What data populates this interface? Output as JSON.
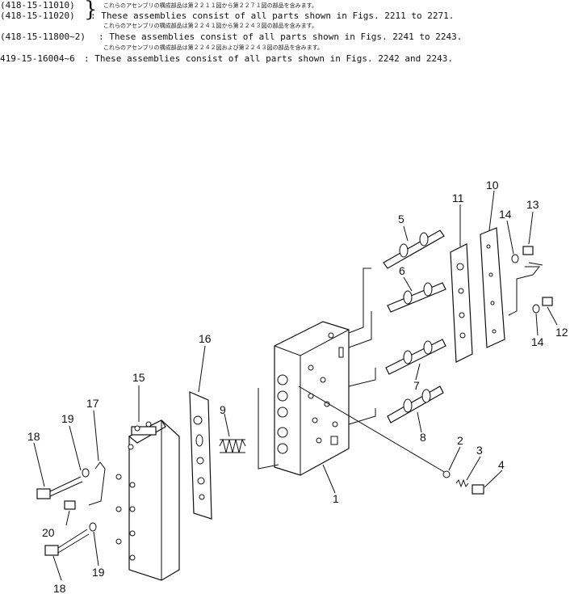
{
  "header": {
    "rows": [
      {
        "codes": "(418-15-11010)",
        "jp": "",
        "text": ""
      },
      {
        "codes": "(418-15-11020)",
        "jp": "これらのアセンブリの構成部品は第２２１１図から第２２７１図の部品を含みます。",
        "text": ": These assemblies consist of all parts shown in Figs. 2211 to 2271."
      },
      {
        "codes": "(418-15-11800~2)",
        "jp": "これらのアセンブリの構成部品は第２２４１図から第２２４３図の部品を含みます。",
        "text": ": These assemblies consist of all parts shown in Figs. 2241 to 2243."
      },
      {
        "codes": "419-15-16004~6",
        "jp": "これらのアセンブリの構成部品は第２２４２図および第２２４３図の部品を含みます。",
        "text": " :  These assemblies consist of all parts shown in Figs. 2242 and 2243."
      }
    ],
    "brace_symbol": "}"
  },
  "callouts": [
    {
      "id": "c1",
      "label": "1"
    },
    {
      "id": "c2",
      "label": "2"
    },
    {
      "id": "c3",
      "label": "3"
    },
    {
      "id": "c4",
      "label": "4"
    },
    {
      "id": "c5",
      "label": "5"
    },
    {
      "id": "c6",
      "label": "6"
    },
    {
      "id": "c7",
      "label": "7"
    },
    {
      "id": "c8",
      "label": "8"
    },
    {
      "id": "c9",
      "label": "9"
    },
    {
      "id": "c10",
      "label": "10"
    },
    {
      "id": "c11",
      "label": "11"
    },
    {
      "id": "c12",
      "label": "12"
    },
    {
      "id": "c13",
      "label": "13"
    },
    {
      "id": "c14a",
      "label": "14"
    },
    {
      "id": "c14b",
      "label": "14"
    },
    {
      "id": "c15",
      "label": "15"
    },
    {
      "id": "c16",
      "label": "16"
    },
    {
      "id": "c17",
      "label": "17"
    },
    {
      "id": "c18a",
      "label": "18"
    },
    {
      "id": "c18b",
      "label": "18"
    },
    {
      "id": "c19a",
      "label": "19"
    },
    {
      "id": "c19b",
      "label": "19"
    },
    {
      "id": "c20",
      "label": "20"
    }
  ]
}
